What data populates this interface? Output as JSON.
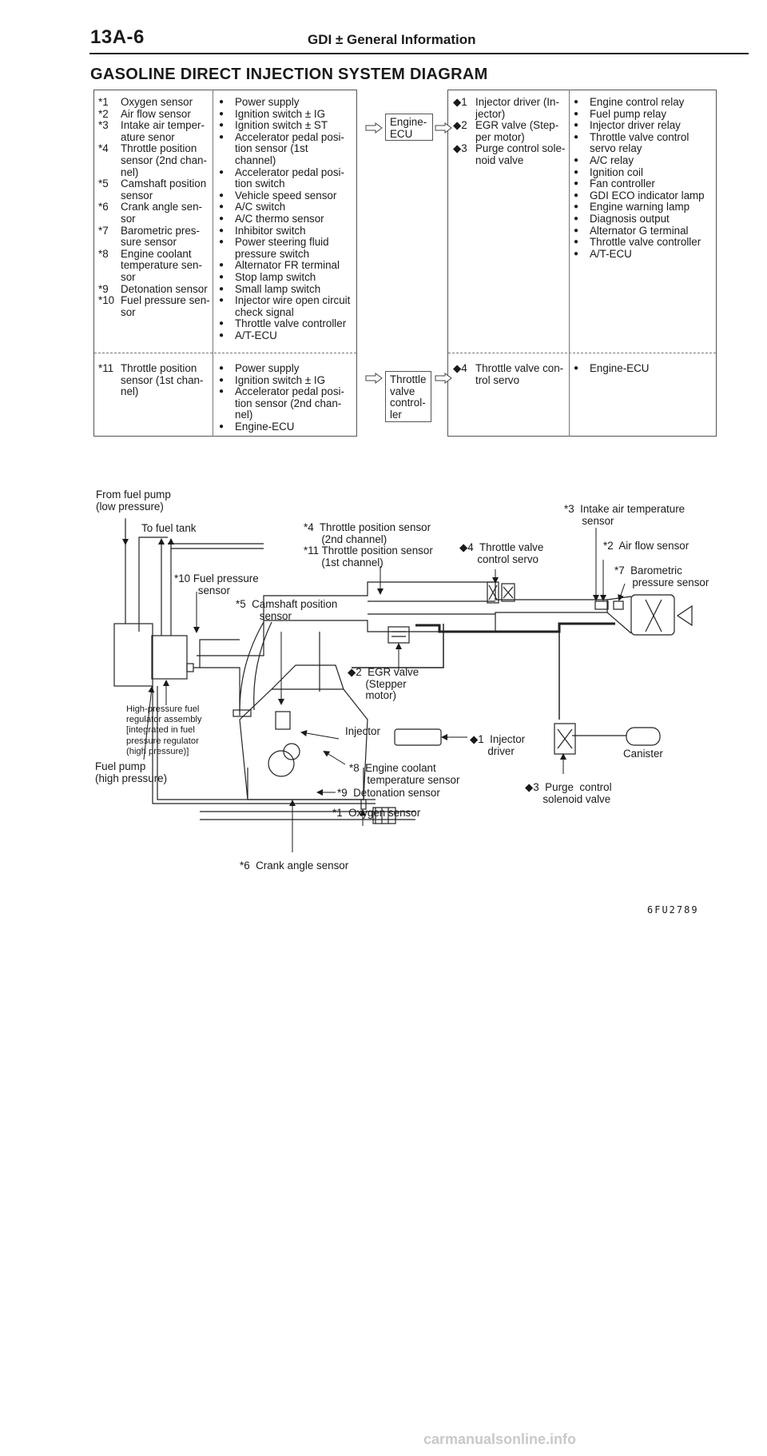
{
  "header": {
    "section_number": "13A-6",
    "title": "GDI ± General Information",
    "diagram_title": "GASOLINE DIRECT INJECTION SYSTEM DIAGRAM"
  },
  "table": {
    "engine_ecu_label": "Engine-\nECU",
    "throttle_ecu_label": "Throttle\nvalve\ncontrol-\nler",
    "upper_sensors": [
      {
        "num": "*1",
        "text": "Oxygen sensor"
      },
      {
        "num": "*2",
        "text": "Air flow sensor"
      },
      {
        "num": "*3",
        "text": "Intake air temper-\nature senor"
      },
      {
        "num": "*4",
        "text": "Throttle position\nsensor (2nd chan-\nnel)"
      },
      {
        "num": "*5",
        "text": "Camshaft position\nsensor"
      },
      {
        "num": "*6",
        "text": "Crank angle sen-\nsor"
      },
      {
        "num": "*7",
        "text": "Barometric pres-\nsure sensor"
      },
      {
        "num": "*8",
        "text": "Engine coolant\ntemperature sen-\nsor"
      },
      {
        "num": "*9",
        "text": "Detonation sensor"
      },
      {
        "num": "*10",
        "text": "Fuel pressure sen-\nsor"
      }
    ],
    "upper_inputs": [
      "Power supply",
      "Ignition switch ± IG",
      "Ignition switch ± ST",
      "Accelerator pedal posi-\ntion sensor (1st\nchannel)",
      "Accelerator pedal posi-\ntion switch",
      "Vehicle speed sensor",
      "A/C switch",
      "A/C thermo sensor",
      "Inhibitor switch",
      "Power steering fluid\npressure switch",
      "Alternator FR terminal",
      "Stop lamp switch",
      "Small lamp switch",
      "Injector wire open circuit\ncheck signal",
      "Throttle valve controller",
      "A/T-ECU"
    ],
    "upper_actuators": [
      {
        "num": "◆1",
        "text": "Injector driver (In-\njector)"
      },
      {
        "num": "◆2",
        "text": "EGR valve (Step-\nper motor)"
      },
      {
        "num": "◆3",
        "text": "Purge control sole-\nnoid valve"
      }
    ],
    "upper_outputs": [
      "Engine control relay",
      "Fuel pump relay",
      "Injector driver relay",
      "Throttle valve control\nservo relay",
      "A/C relay",
      "Ignition coil",
      "Fan controller",
      "GDI ECO indicator lamp",
      "Engine warning lamp",
      "Diagnosis output",
      "Alternator G terminal",
      "Throttle valve controller",
      "A/T-ECU"
    ],
    "lower_sensors": [
      {
        "num": "*11",
        "text": "Throttle position\nsensor (1st chan-\nnel)"
      }
    ],
    "lower_inputs": [
      "Power supply",
      "Ignition switch ± IG",
      "Accelerator pedal posi-\ntion sensor (2nd chan-\nnel)",
      "Engine-ECU"
    ],
    "lower_actuators": [
      {
        "num": "◆4",
        "text": "Throttle valve con-\ntrol servo"
      }
    ],
    "lower_outputs": [
      "Engine-ECU"
    ]
  },
  "diagram": {
    "labels": {
      "from_fuel_pump": "From fuel pump\n(low pressure)",
      "to_fuel_tank": "To fuel tank",
      "fuel_pressure_sensor": "*10 Fuel pressure\n        sensor",
      "camshaft_sensor": "*5  Camshaft position\n        sensor",
      "tps": "*4  Throttle position sensor\n      (2nd channel)\n*11 Throttle position sensor\n      (1st channel)",
      "throttle_servo": "◆4  Throttle valve\n      control servo",
      "intake_air_temp": "*3  Intake air temperature\n      sensor",
      "air_flow": "*2  Air flow sensor",
      "barometric": "*7  Barometric\n      pressure sensor",
      "egr_valve": "◆2  EGR valve\n      (Stepper\n      motor)",
      "hp_regulator": "High-pressure fuel\nregulator assembly\n[integrated in fuel\npressure regulator\n(high pressure)]",
      "fuel_pump_hp": "Fuel pump\n(high pressure)",
      "injector": "Injector",
      "injector_driver": "◆1  Injector\n      driver",
      "canister": "Canister",
      "coolant_temp": "*8  Engine coolant\n      temperature sensor",
      "purge_valve": "◆3  Purge  control\n      solenoid valve",
      "detonation": "*9  Detonation sensor",
      "oxygen": "*1  Oxygen sensor",
      "crank_angle": "*6  Crank angle sensor"
    },
    "figure_code": "6FU2789"
  },
  "footer": {
    "watermark": "carmanualsonline.info"
  }
}
